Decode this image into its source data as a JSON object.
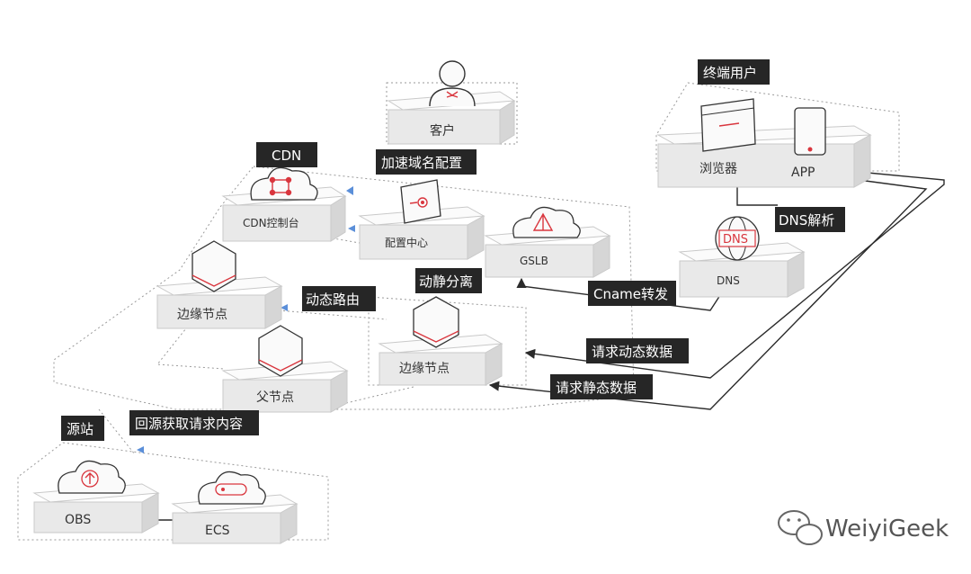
{
  "tags": {
    "cdn": "CDN",
    "domain_config": "加速域名配置",
    "end_user": "终端用户",
    "dns_resolve": "DNS解析",
    "cname": "Cname转发",
    "dynamic_route": "动态路由",
    "dyn_static_sep": "动静分离",
    "req_dynamic": "请求动态数据",
    "req_static": "请求静态数据",
    "origin_site": "源站",
    "back_to_origin": "回源获取请求内容"
  },
  "blocks": {
    "customer": "客户",
    "cdn_console": "CDN控制台",
    "config_center": "配置中心",
    "gslb": "GSLB",
    "browser": "浏览器",
    "app": "APP",
    "dns": "DNS",
    "edge_node_1": "边缘节点",
    "edge_node_2": "边缘节点",
    "parent_node": "父节点",
    "obs": "OBS",
    "ecs": "ECS"
  },
  "icons": {
    "dns_glyph": "DNS"
  },
  "watermark": "WeiyiGeek",
  "colors": {
    "accent": "#d9363e",
    "arrow_blue": "#5b8fd9",
    "tag_bg": "#262626"
  }
}
